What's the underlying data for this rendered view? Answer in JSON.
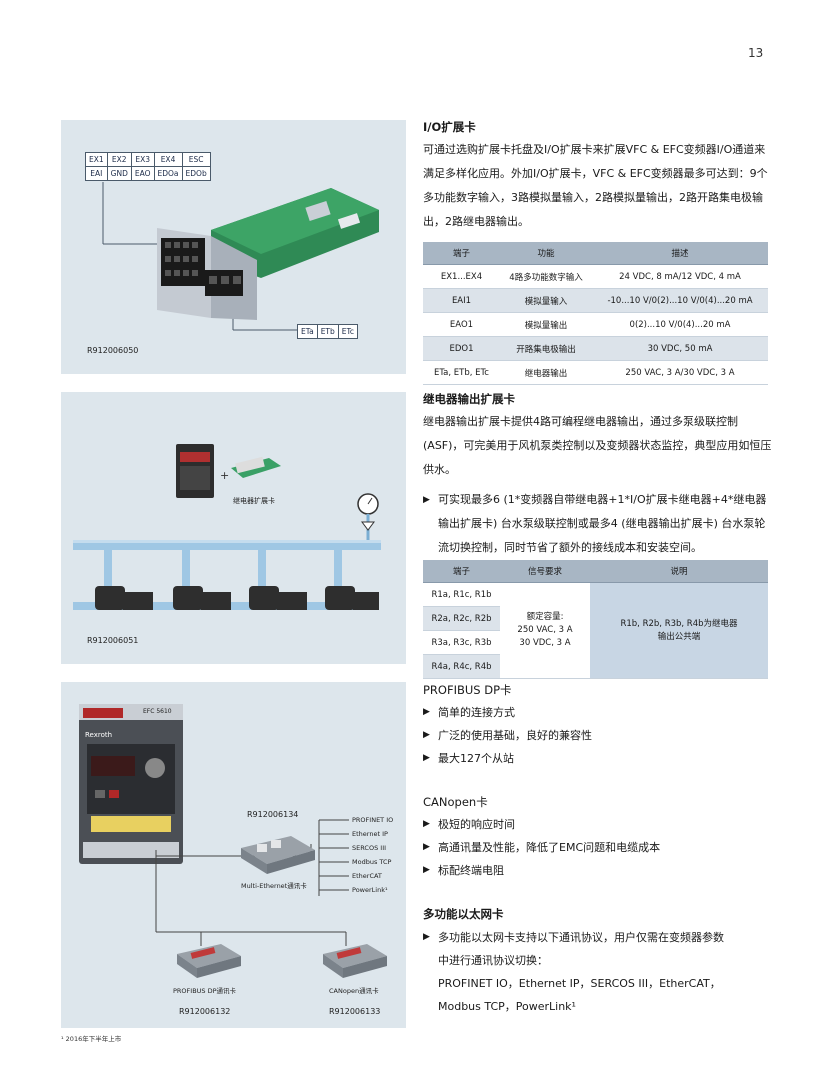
{
  "page_number": "13",
  "panels": {
    "io": {
      "code": "R912006050",
      "top_labels": [
        [
          "EX1",
          "EX2",
          "EX3",
          "EX4",
          "ESC"
        ],
        [
          "EAI",
          "GND",
          "EAO",
          "EDOa",
          "EDOb"
        ]
      ],
      "bottom_labels": [
        "ETa",
        "ETb",
        "ETc"
      ]
    },
    "relay": {
      "code": "R912006051",
      "card_label": "继电器扩展卡"
    },
    "comm": {
      "brand": "Rexroth",
      "model": "EFC 5610",
      "multi_code": "R912006134",
      "multi_label": "Multi-Ethernet通讯卡",
      "protocols": [
        "PROFINET IO",
        "Ethernet IP",
        "SERCOS III",
        "Modbus TCP",
        "EtherCAT",
        "PowerLink¹"
      ],
      "dp_label": "PROFIBUS DP通讯卡",
      "dp_code": "R912006132",
      "can_label": "CANopen通讯卡",
      "can_code": "R912006133"
    }
  },
  "io_section": {
    "title": "I/O扩展卡",
    "body": "可通过选购扩展卡托盘及I/O扩展卡来扩展VFC & EFC变频器I/O通道来满足多样化应用。外加I/O扩展卡，VFC & EFC变频器最多可达到：9个多功能数字输入，3路模拟量输入，2路模拟量输出，2路开路集电极输出，2路继电器输出。",
    "table": {
      "headers": [
        "端子",
        "功能",
        "描述"
      ],
      "rows": [
        [
          "EX1...EX4",
          "4路多功能数字输入",
          "24 VDC, 8 mA/12 VDC, 4 mA"
        ],
        [
          "EAI1",
          "模拟量输入",
          "-10...10 V/0(2)...10 V/0(4)...20 mA"
        ],
        [
          "EAO1",
          "模拟量输出",
          "0(2)...10 V/0(4)...20 mA"
        ],
        [
          "EDO1",
          "开路集电极输出",
          "30 VDC, 50 mA"
        ],
        [
          "ETa, ETb, ETc",
          "继电器输出",
          "250 VAC, 3 A/30 VDC, 3 A"
        ]
      ]
    }
  },
  "relay_section": {
    "title": "继电器输出扩展卡",
    "body": "继电器输出扩展卡提供4路可编程继电器输出，通过多泵级联控制(ASF)，可完美用于风机泵类控制以及变频器状态监控，典型应用如恒压供水。",
    "bullet": "可实现最多6 (1*变频器自带继电器+1*I/O扩展卡继电器+4*继电器输出扩展卡) 台水泵级联控制或最多4 (继电器输出扩展卡) 台水泵轮流切换控制，同时节省了额外的接线成本和安装空间。",
    "table": {
      "headers": [
        "端子",
        "信号要求",
        "说明"
      ],
      "terminals": [
        "R1a, R1c, R1b",
        "R2a, R2c, R2b",
        "R3a, R3c, R3b",
        "R4a, R4c, R4b"
      ],
      "signal_lines": [
        "额定容量:",
        "250 VAC, 3 A",
        "30 VDC, 3 A"
      ],
      "note_lines": [
        "R1b, R2b, R3b, R4b为继电器",
        "输出公共端"
      ]
    }
  },
  "profibus": {
    "title": "PROFIBUS DP卡",
    "bullets": [
      "简单的连接方式",
      "广泛的使用基础，良好的兼容性",
      "最大127个从站"
    ]
  },
  "canopen": {
    "title": "CANopen卡",
    "bullets": [
      "极短的响应时间",
      "高通讯量及性能，降低了EMC问题和电缆成本",
      "标配终端电阻"
    ]
  },
  "ethernet": {
    "title": "多功能以太网卡",
    "bullet_lines": [
      "多功能以太网卡支持以下通讯协议，用户仅需在变频器参数",
      "中进行通讯协议切换："
    ],
    "protocol_lines": [
      "PROFINET IO，Ethernet IP，SERCOS III，EtherCAT，",
      "Modbus TCP，PowerLink¹"
    ]
  },
  "footnote": "¹ 2016年下半年上市",
  "colors": {
    "panel": "#dde6ec",
    "table_header": "#a8b6c4",
    "pipe": "#9fc7e4"
  }
}
